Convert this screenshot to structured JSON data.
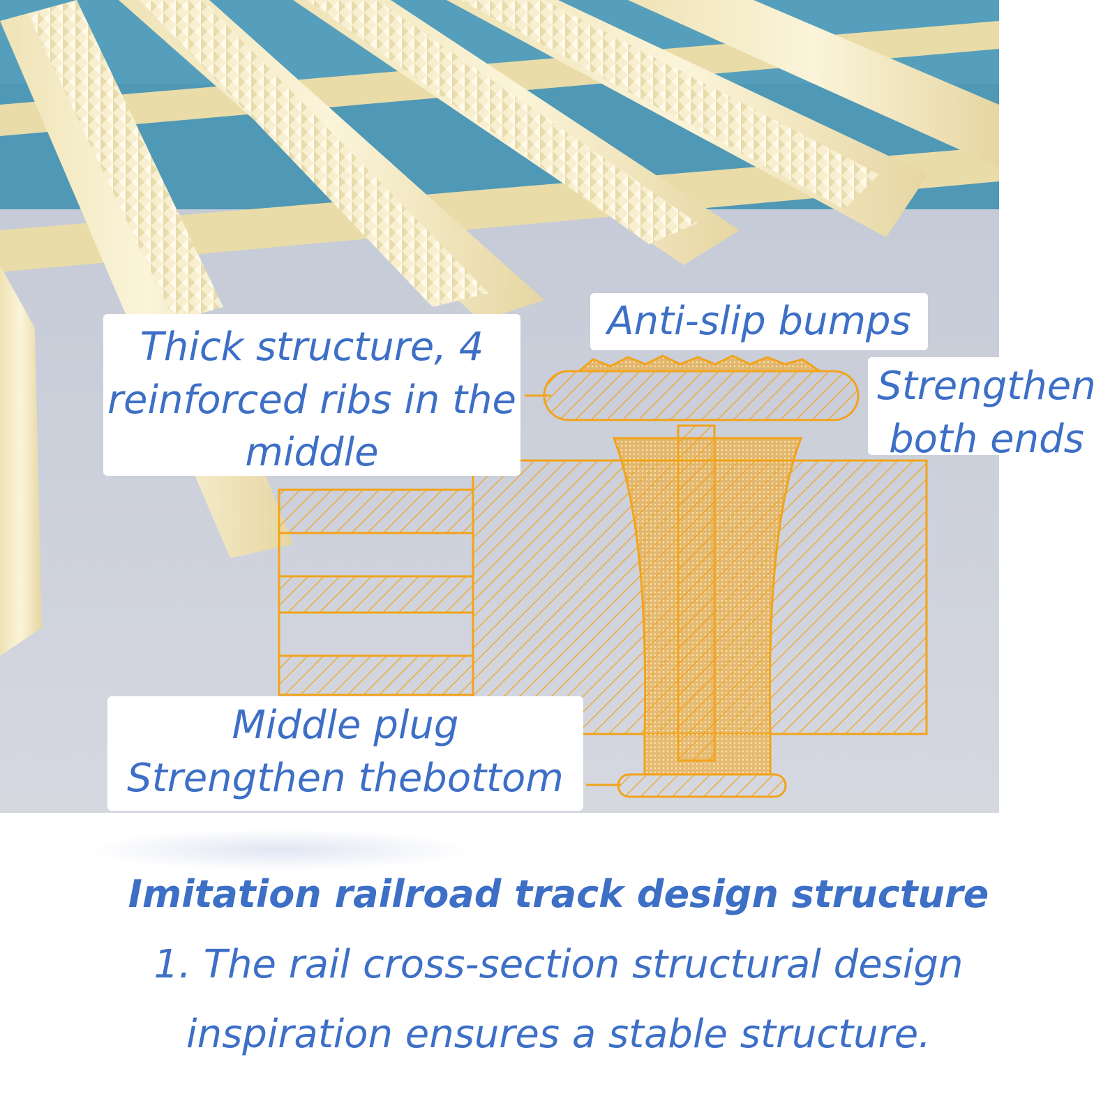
{
  "colors": {
    "label_text": "#3d6fc6",
    "diagram_line": "#f2a31a",
    "grating": "#f5ecc8",
    "background_blue": "#3b8fb0",
    "floor": "#c9ccd6"
  },
  "labels": {
    "thick_structure": [
      "Thick structure, 4",
      "reinforced ribs in the",
      "middle"
    ],
    "anti_slip": "Anti-slip bumps",
    "strengthen_ends": [
      "Strengthen",
      "both ends"
    ],
    "middle_plug": [
      "Middle plug",
      "Strengthen thebottom"
    ]
  },
  "caption": {
    "title": "Imitation railroad track design structure",
    "line1": "1. The rail cross-section structural design",
    "line2": "inspiration ensures a stable structure."
  }
}
